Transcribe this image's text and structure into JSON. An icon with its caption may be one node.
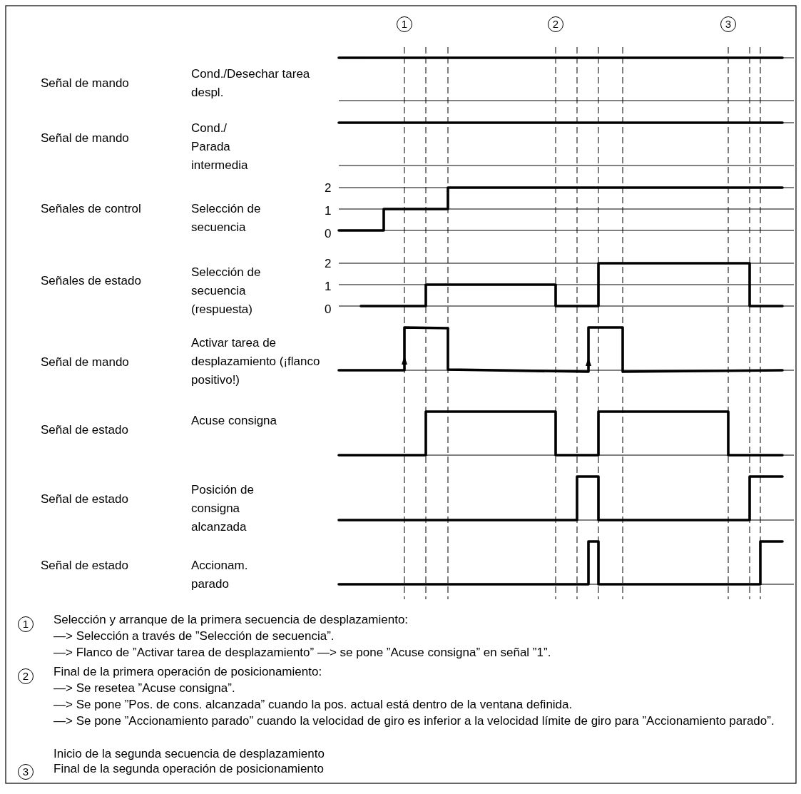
{
  "diagram": {
    "labels": [
      "1",
      "2",
      "3",
      "Señal de mando",
      "Cond./Desechar tarea despl.",
      "Señal de mando",
      "Cond./ Parada intermedia",
      "2",
      "Señales de control",
      "Selección de secuencia",
      "1",
      "0",
      "2",
      "Señales de estado",
      "Selección de secuencia (respuesta)",
      "1",
      "0",
      "Señal de mando",
      "Activar tarea de desplazamiento (¡flanco positivo!)",
      "Señal de estado",
      "Acuse consigna",
      "Señal de estado",
      "Posición de consigna alcanzada",
      "Señal de estado",
      "Accionam. parado",
      "1",
      "Selección y arranque de la primera secuencia de desplazamiento:",
      "—> Selección a través de ”Selección de secuencia”.",
      "—> Flanco de ”Activar tarea de desplazamiento” —> se pone ”Acuse consigna” en señal ”1”.",
      "2",
      "Final de la primera operación de posicionamiento:",
      "—> Se resetea ”Acuse consigna”.",
      "—> Se pone ”Pos. de cons. alcanzada” cuando la pos. actual está dentro de la ventana definida.",
      "—> Se pone ”Accionamiento parado” cuando la velocidad de giro es inferior a la velocidad límite de giro para ”Accionamiento parado”.",
      "Inicio de la segunda secuencia de desplazamiento",
      "3",
      "Final de la segunda operación de posicionamiento"
    ]
  }
}
